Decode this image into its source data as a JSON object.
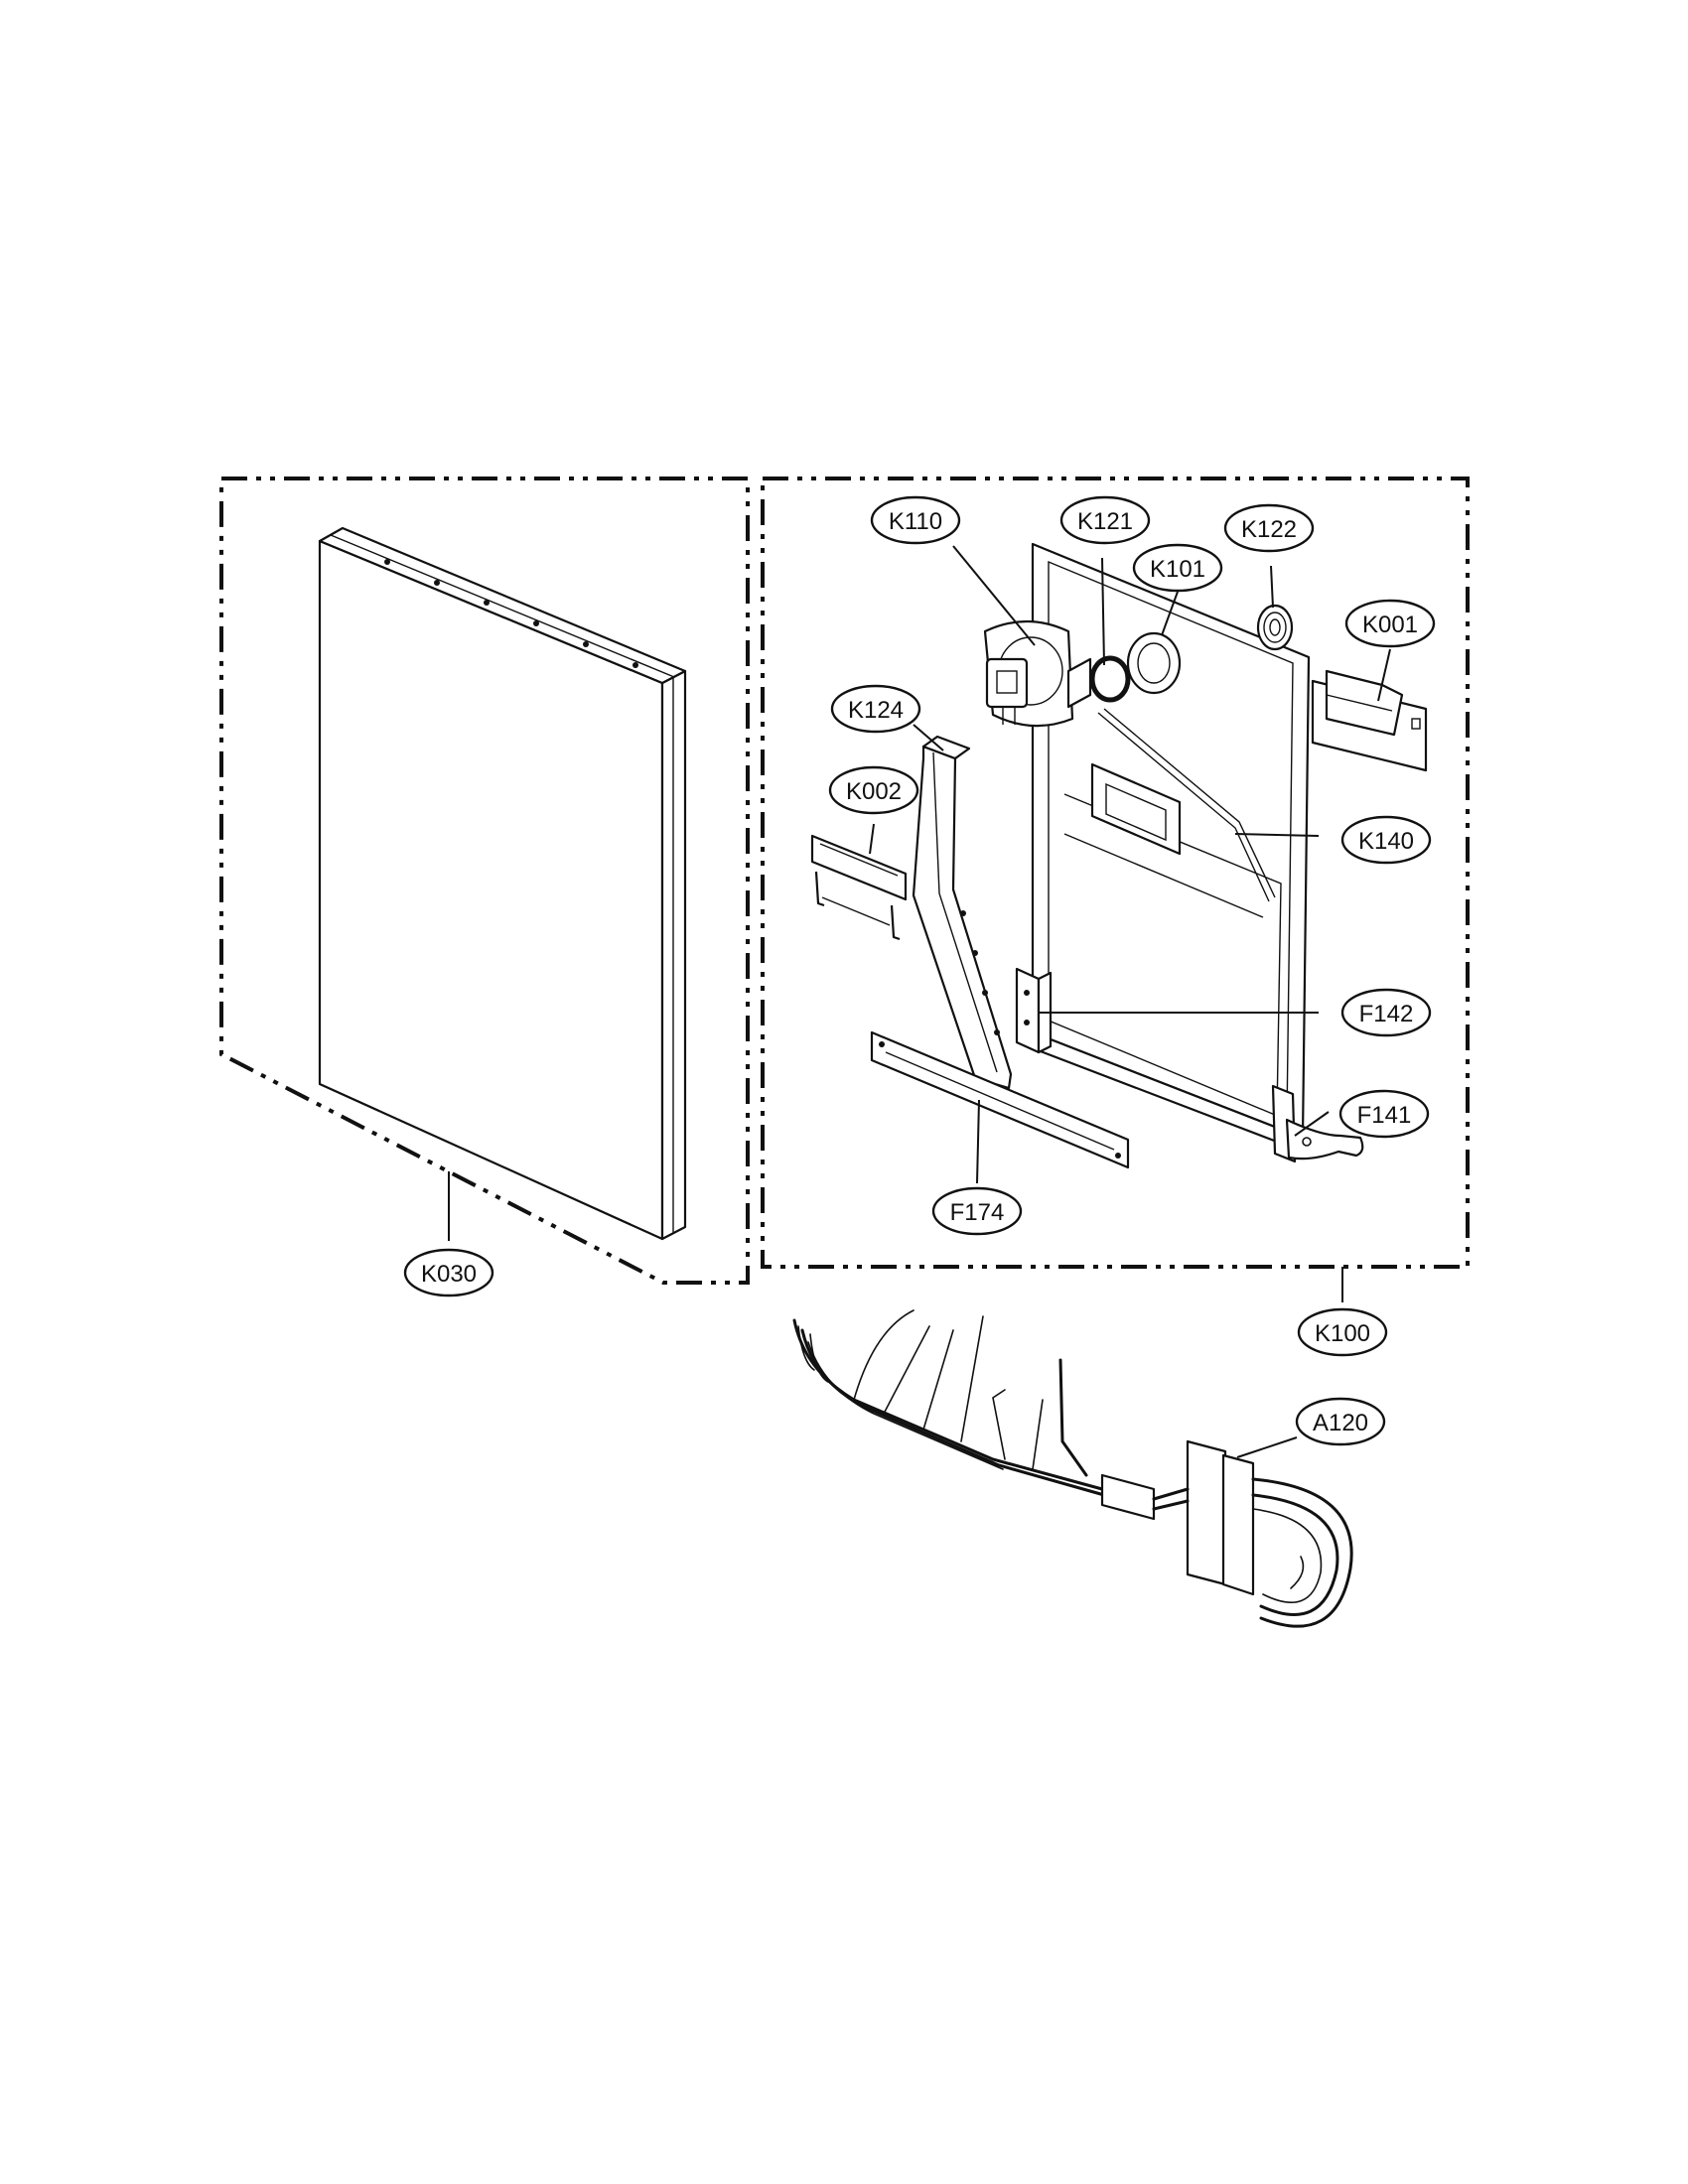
{
  "callouts": {
    "k110": "K110",
    "k121": "K121",
    "k122": "K122",
    "k101": "K101",
    "k001": "K001",
    "k124": "K124",
    "k002": "K002",
    "k140": "K140",
    "f142": "F142",
    "f141": "F141",
    "f174": "F174",
    "k030": "K030",
    "k100": "K100",
    "a120": "A120"
  }
}
